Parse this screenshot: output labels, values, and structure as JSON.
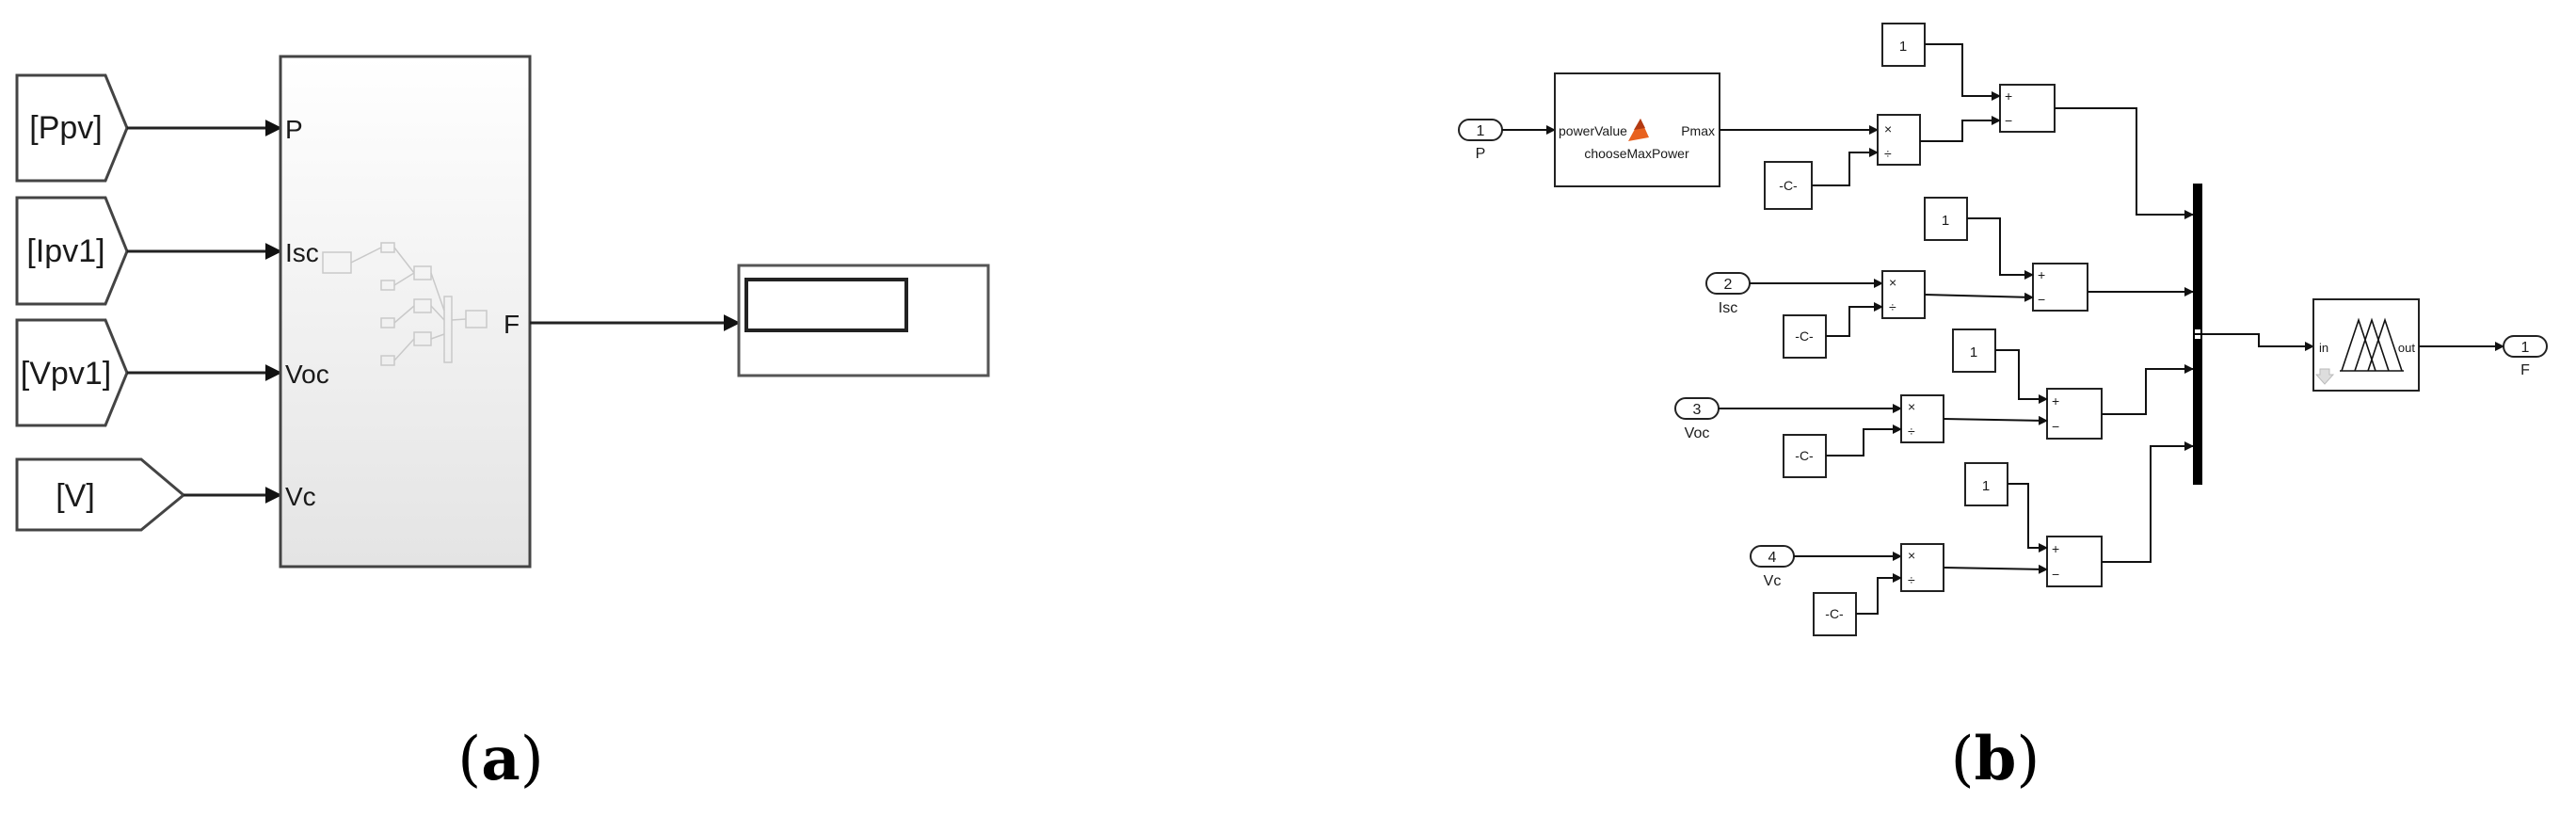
{
  "panel_a": {
    "goto_tags": [
      "[Ppv]",
      "[Ipv1]",
      "[Vpv1]",
      "[V]"
    ],
    "subsystem_inputs": [
      "P",
      "Isc",
      "Voc",
      "Vc"
    ],
    "subsystem_output": "F",
    "caption": {
      "open": "(",
      "letter": "a",
      "close": ")"
    }
  },
  "panel_b": {
    "inports": [
      {
        "num": "1",
        "label": "P"
      },
      {
        "num": "2",
        "label": "Isc"
      },
      {
        "num": "3",
        "label": "Voc"
      },
      {
        "num": "4",
        "label": "Vc"
      }
    ],
    "outport": {
      "num": "1",
      "label": "F"
    },
    "function_block": {
      "input": "powerValue",
      "output": "Pmax",
      "name": "chooseMaxPower"
    },
    "constant_one": "1",
    "gain_label": "-C-",
    "product_ports": [
      "×",
      "÷"
    ],
    "sum_ports": [
      "+",
      "−"
    ],
    "fuzzy_ports": {
      "in": "in",
      "out": "out"
    },
    "caption": {
      "open": "(",
      "letter": "b",
      "close": ")"
    }
  }
}
